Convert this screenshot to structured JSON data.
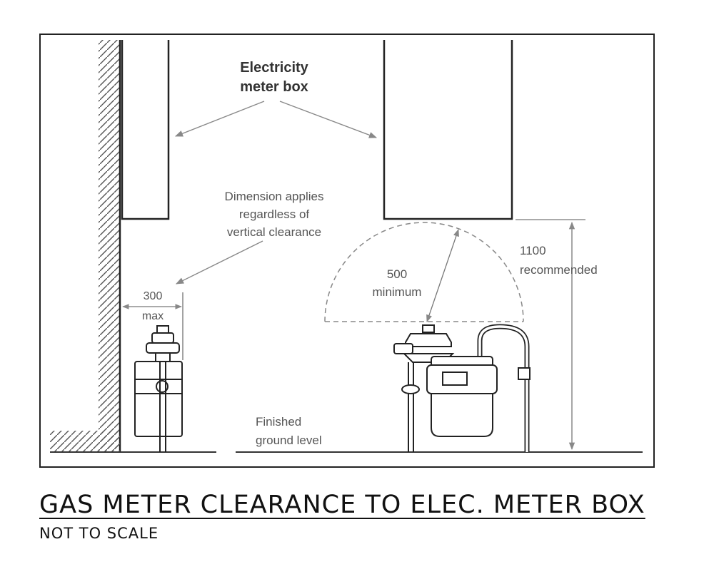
{
  "labels": {
    "meter_box_line1": "Electricity",
    "meter_box_line2": "meter box",
    "dimension_line1": "Dimension applies",
    "dimension_line2": "regardless of",
    "dimension_line3": "vertical clearance",
    "clear_300": "300",
    "clear_300_unit": "max",
    "clear_500": "500",
    "clear_500_unit": "minimum",
    "height_1100": "1100",
    "height_1100_unit": "recommended",
    "ground_line1": "Finished",
    "ground_line2": "ground level"
  },
  "caption": {
    "title": "GAS METER CLEARANCE TO ELEC. METER BOX",
    "subtitle": "NOT TO SCALE"
  }
}
